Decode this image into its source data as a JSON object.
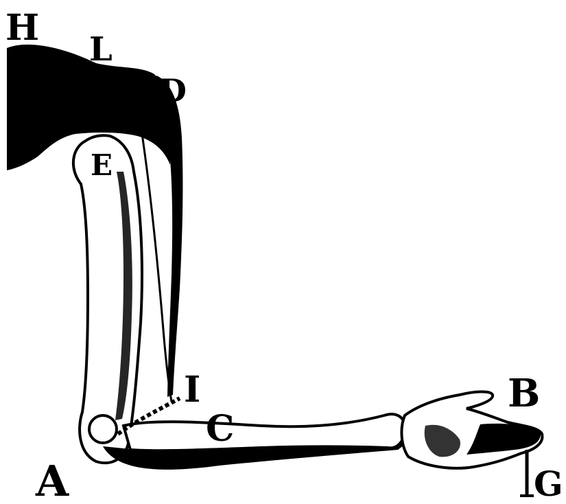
{
  "colors": {
    "ink": "#000000",
    "paper": "#ffffff"
  },
  "labels": {
    "H": "H",
    "L": "L",
    "D": "D",
    "E": "E",
    "I": "I",
    "C": "C",
    "B": "B",
    "A": "A",
    "G": "G"
  }
}
